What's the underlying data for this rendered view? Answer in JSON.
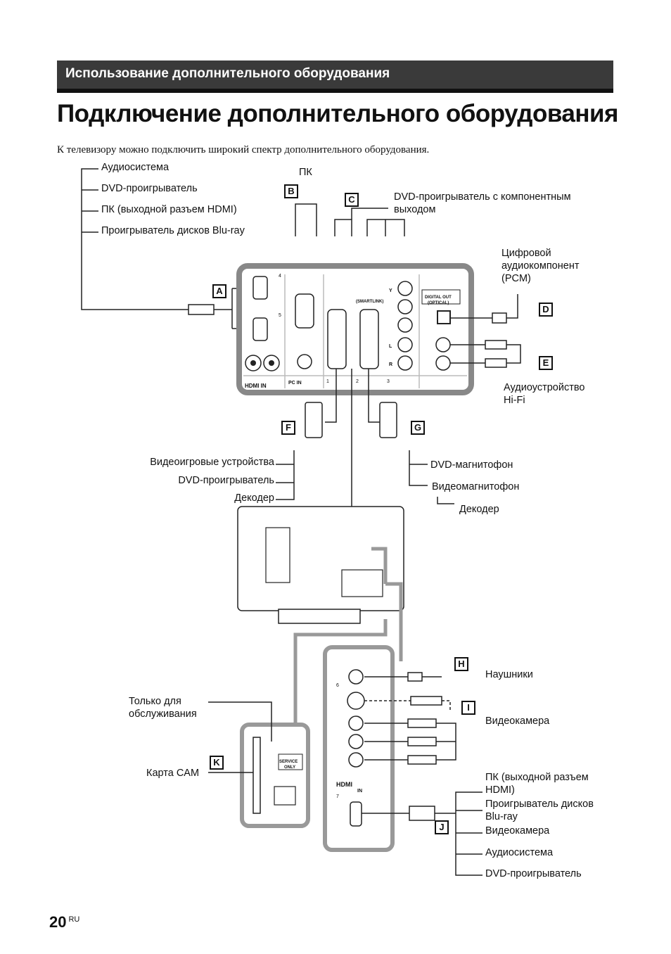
{
  "header": {
    "section": "Использование дополнительного оборудования"
  },
  "page": {
    "title": "Подключение дополнительного оборудования",
    "intro": "К телевизору можно подключить широкий спектр дополнительного оборудования.",
    "number": "20",
    "lang": "RU"
  },
  "labels": {
    "a_audio_system": "Аудиосистема",
    "a_dvd_player": "DVD-проигрыватель",
    "a_pc_hdmi": "ПК (выходной разъем HDMI)",
    "a_bluray": "Проигрыватель дисков Blu-ray",
    "b_pc": "ПК",
    "c_dvd_component_1": "DVD-проигрыватель с компонентным",
    "c_dvd_component_2": "выходом",
    "d_digital_1": "Цифровой",
    "d_digital_2": "аудиокомпонент",
    "d_digital_3": "(PCM)",
    "e_hifi_1": "Аудиоустройство",
    "e_hifi_2": "Hi-Fi",
    "f_game": "Видеоигровые устройства",
    "f_dvd": "DVD-проигрыватель",
    "f_decoder": "Декодер",
    "g_dvd_recorder": "DVD-магнитофон",
    "g_vcr": "Видеомагнитофон",
    "g_decoder": "Декодер",
    "h_headphones": "Наушники",
    "i_camcorder": "Видеокамера",
    "j_pc_1": "ПК (выходной разъем",
    "j_pc_2": "HDMI)",
    "j_bluray_1": "Проигрыватель дисков",
    "j_bluray_2": "Blu-ray",
    "j_camcorder": "Видеокамера",
    "j_audio": "Аудиосистема",
    "j_dvd": "DVD-проигрыватель",
    "k_service_1": "Только для",
    "k_service_2": "обслуживания",
    "k_cam": "Карта CAM"
  },
  "tags": {
    "a": "A",
    "b": "B",
    "c": "C",
    "d": "D",
    "e": "E",
    "f": "F",
    "g": "G",
    "h": "H",
    "i": "I",
    "j": "J",
    "k": "K"
  },
  "panel": {
    "hdmi_in": "HDMI IN",
    "pc_in": "PC IN",
    "smartlink": "(SMARTLINK)",
    "digital_out_1": "DIGITAL OUT",
    "digital_out_2": "(OPTICAL)",
    "service_1": "SERVICE",
    "service_2": "ONLY",
    "hdmi_side": "HDMI",
    "hdmi_side_in": "IN",
    "port_4": "4",
    "port_5": "5",
    "port_6": "6",
    "port_7": "7",
    "scart_1": "1",
    "scart_2": "2",
    "scart_3": "3",
    "y": "Y",
    "l": "L",
    "r": "R"
  }
}
